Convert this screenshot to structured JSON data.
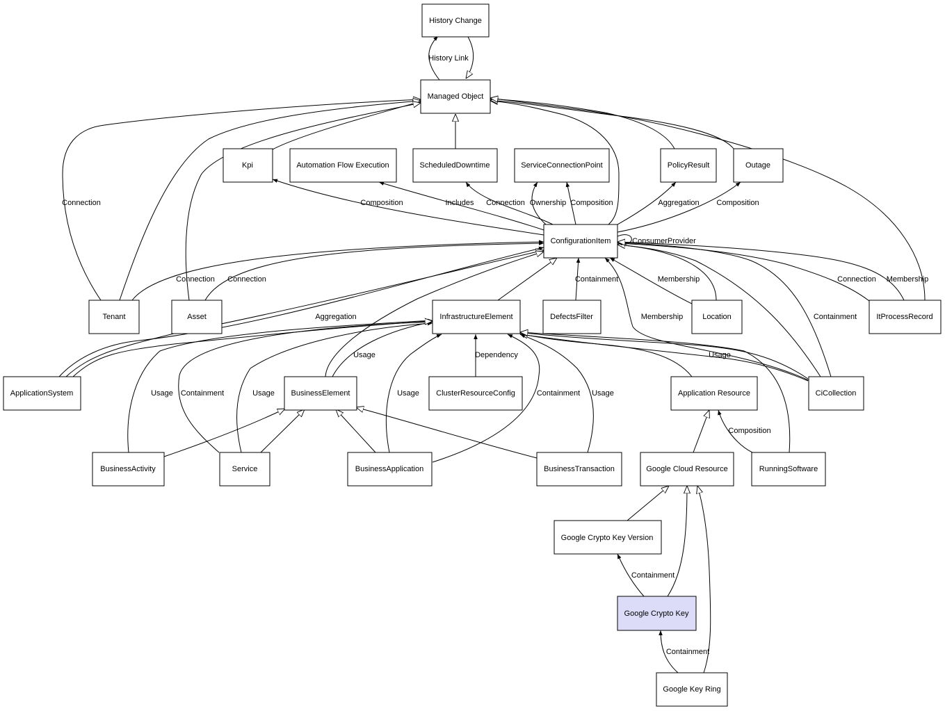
{
  "colors": {
    "node_fill": "#ffffff",
    "highlight_fill": "#dcdcf8",
    "stroke": "#000000"
  },
  "nodes": {
    "history_change": "History Change",
    "managed_object": "Managed Object",
    "kpi": "Kpi",
    "automation_flow_execution": "Automation Flow Execution",
    "scheduled_downtime": "ScheduledDowntime",
    "service_connection_point": "ServiceConnectionPoint",
    "policy_result": "PolicyResult",
    "outage": "Outage",
    "configuration_item": "ConfigurationItem",
    "tenant": "Tenant",
    "asset": "Asset",
    "infrastructure_element": "InfrastructureElement",
    "defects_filter": "DefectsFilter",
    "location": "Location",
    "it_process_record": "ItProcessRecord",
    "application_system": "ApplicationSystem",
    "business_element": "BusinessElement",
    "cluster_resource_config": "ClusterResourceConfig",
    "application_resource": "Application Resource",
    "ci_collection": "CiCollection",
    "business_activity": "BusinessActivity",
    "service": "Service",
    "business_application": "BusinessApplication",
    "business_transaction": "BusinessTransaction",
    "google_cloud_resource": "Google Cloud Resource",
    "running_software": "RunningSoftware",
    "google_crypto_key_version": "Google Crypto Key Version",
    "google_crypto_key": "Google Crypto Key",
    "google_key_ring": "Google Key Ring"
  },
  "edge_labels": {
    "history_link": "History Link",
    "tenant_managed_connection": "Connection",
    "ci_kpi_composition": "Composition",
    "ci_afe_includes": "Includes",
    "ci_sd_connection": "Connection",
    "ci_scp_ownership": "Ownership",
    "ci_scp_composition": "Composition",
    "ci_policy_aggregation": "Aggregation",
    "ci_outage_composition": "Composition",
    "ci_consumer_provider": "ConsumerProvider",
    "tenant_ci_connection": "Connection",
    "asset_ci_connection": "Connection",
    "defects_containment": "Containment",
    "location_membership": "Membership",
    "cicollection_membership": "Membership",
    "cicollection_containment": "Containment",
    "itprocess_connection": "Connection",
    "itprocess_membership": "Membership",
    "appsys_aggregation": "Aggregation",
    "be_ie_usage": "Usage",
    "crc_dependency": "Dependency",
    "cicollection_ie_usage": "Usage",
    "activity_usage": "Usage",
    "service_containment": "Containment",
    "service_usage": "Usage",
    "bizapp_usage": "Usage",
    "bizapp_containment": "Containment",
    "biztrans_usage": "Usage",
    "running_composition": "Composition",
    "gck_gckv_containment": "Containment",
    "gkr_gck_containment": "Containment"
  }
}
